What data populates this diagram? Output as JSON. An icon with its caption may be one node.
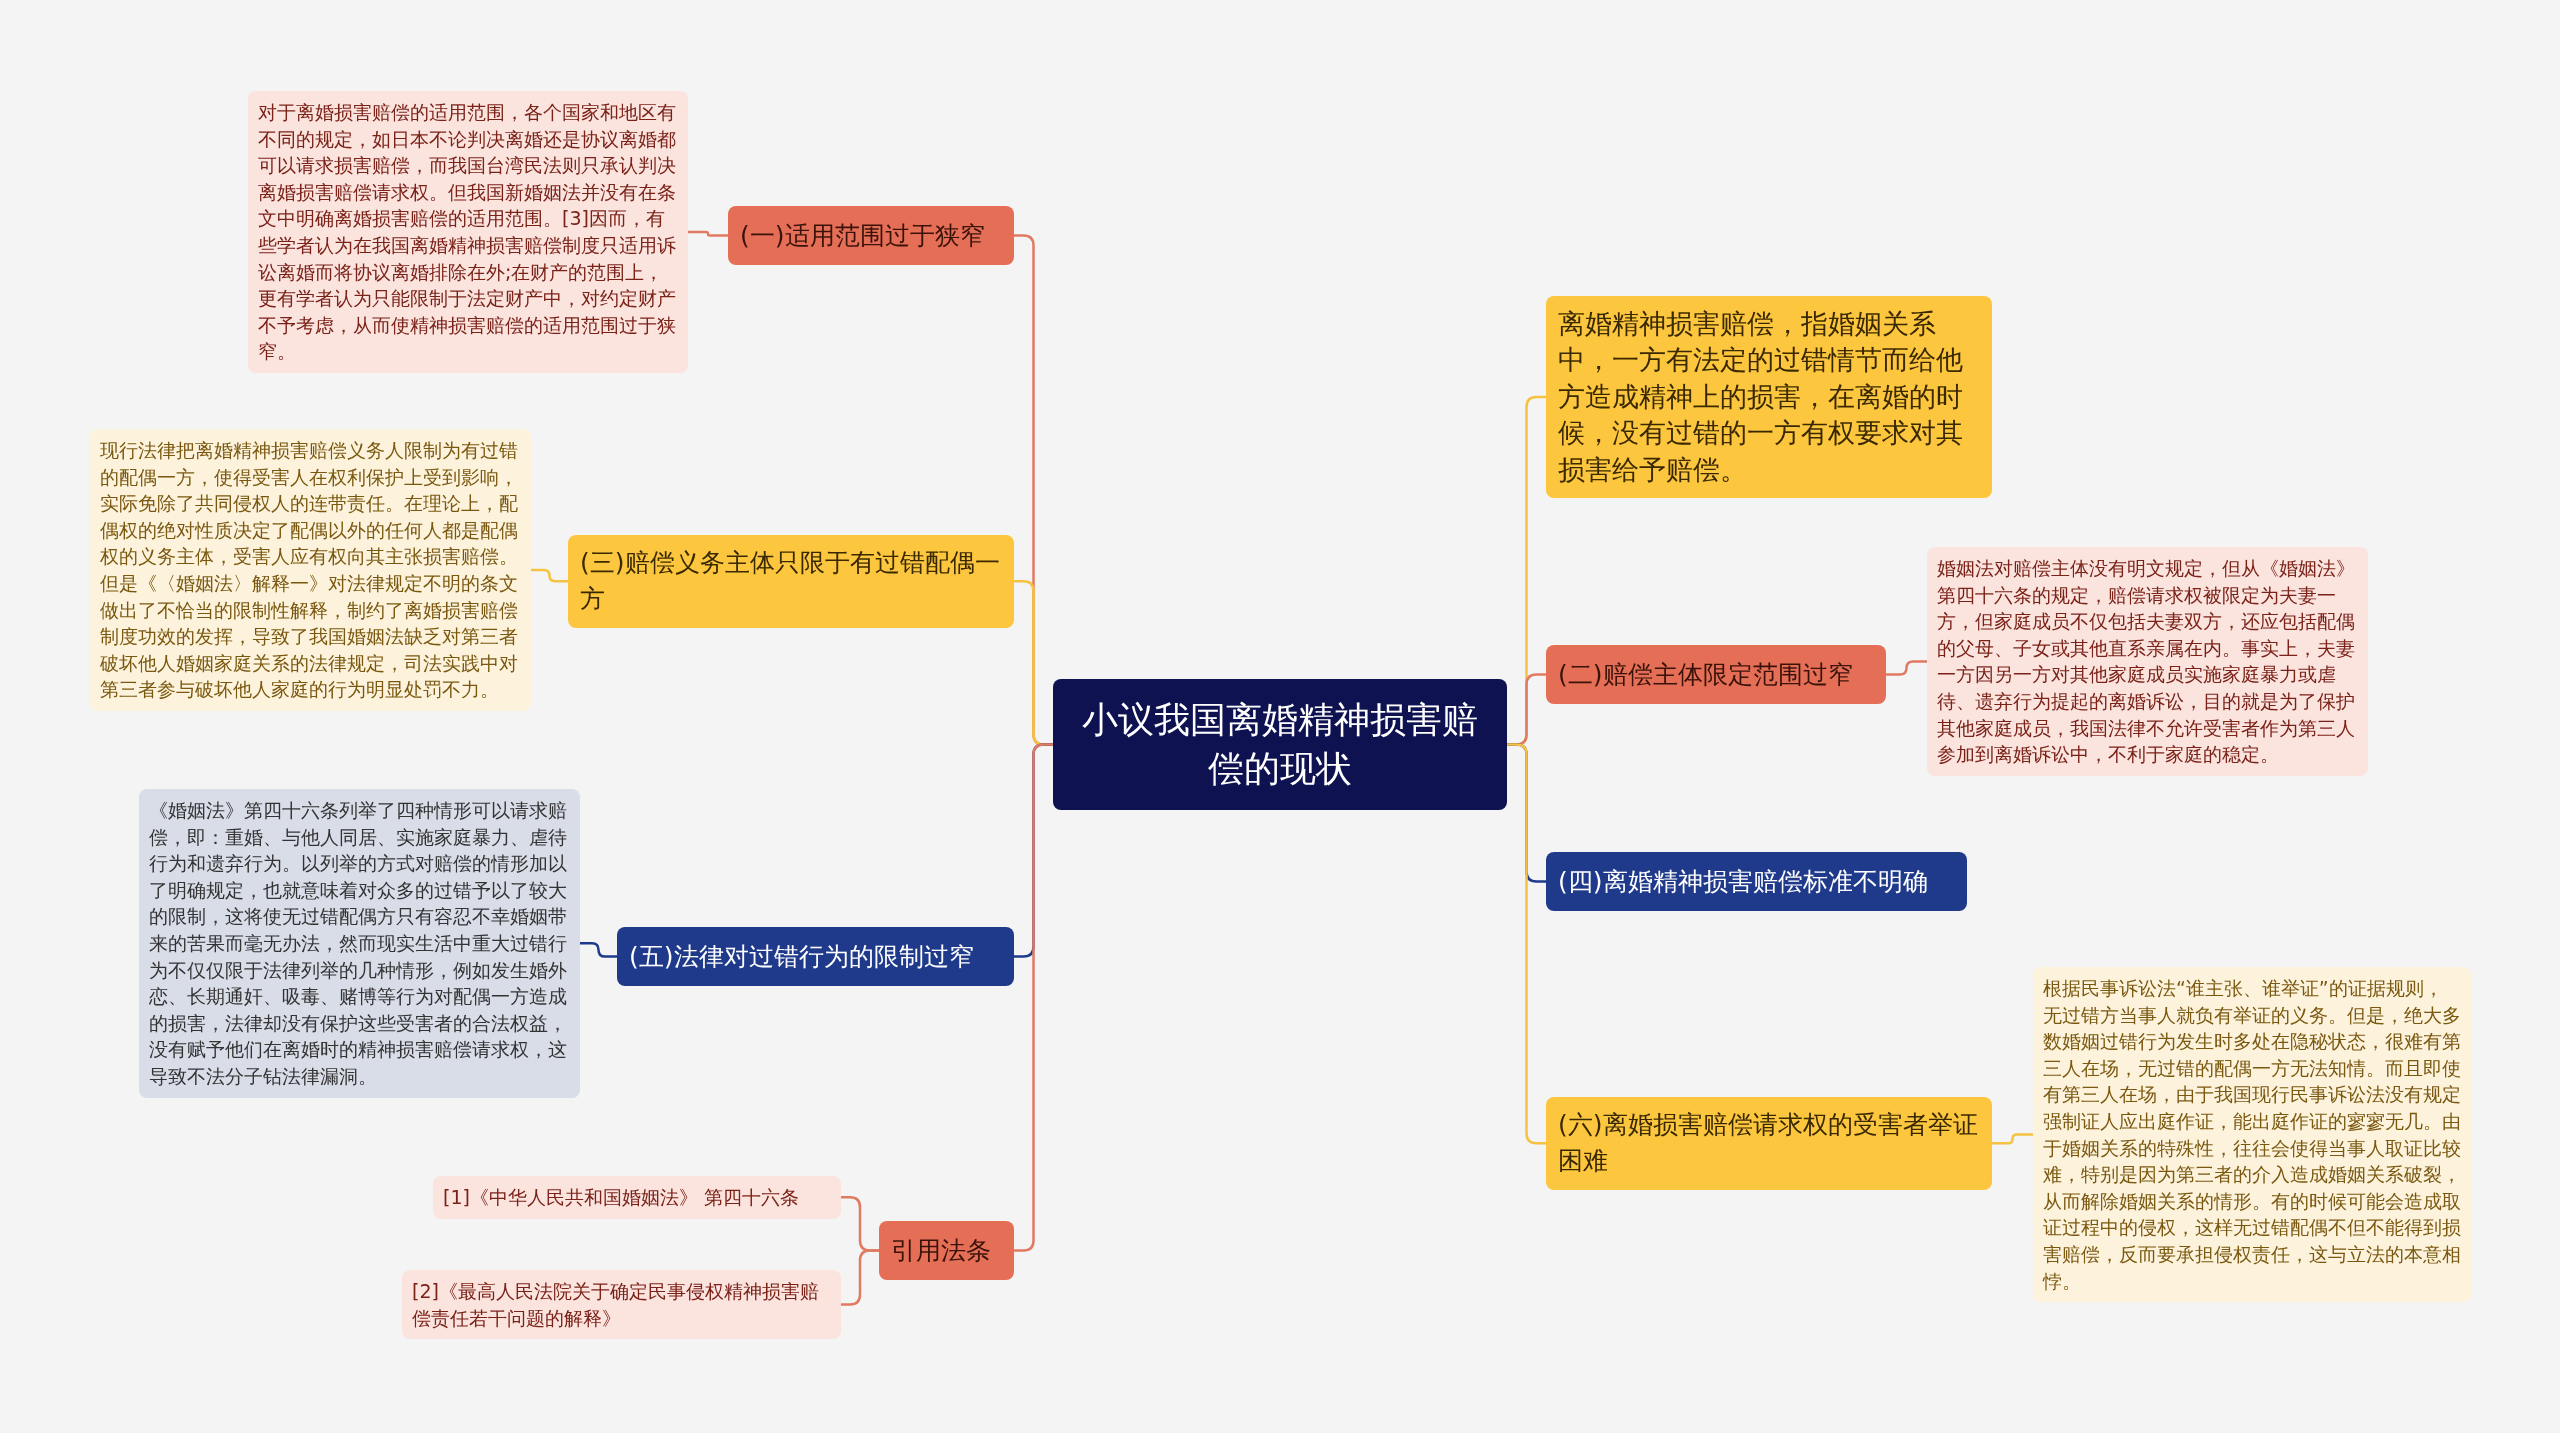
{
  "diagram": {
    "nodes": [
      {
        "text": [
          "小议我国离婚精神损害赔偿的现状"
        ]
      },
      {
        "text": [
          "(一)适用范围过于狭窄"
        ]
      },
      {
        "text": [
          "对于离婚损害赔偿的适用范围，各个国家和地区有不同的规定，如日本不论判决离婚还是协议离婚都可以请求损害赔偿，而我国台湾民法则只承认判决离婚损害赔偿请求权。但我国新婚姻法并没有在条文中明确离婚损害赔偿的适用范围。[3]因而，有些学者认为在我国离婚精神损害赔偿制度只适用诉讼离婚而将协议离婚排除在外;在财产的范围上，更有学者认为只能限制于法定财产中，对约定财产不予考虑，从而使精神损害赔偿的适用范围过于狭窄。"
        ]
      },
      {
        "text": [
          "(三)赔偿义务主体只限于有过错配偶一方"
        ]
      },
      {
        "text": [
          "现行法律把离婚精神损害赔偿义务人限制为有过错的配偶一方，使得受害人在权利保护上受到影响，实际免除了共同侵权人的连带责任。在理论上，配偶权的绝对性质决定了配偶以外的任何人都是配偶权的义务主体，受害人应有权向其主张损害赔偿。但是《〈婚姻法〉解释一》对法律规定不明的条文做出了不恰当的限制性解释，制约了离婚损害赔偿制度功效的发挥，导致了我国婚姻法缺乏对第三者破坏他人婚姻家庭关系的法律规定，司法实践中对第三者参与破坏他人家庭的行为明显处罚不力。"
        ]
      },
      {
        "text": [
          "(五)法律对过错行为的限制过窄"
        ]
      },
      {
        "text": [
          "《婚姻法》第四十六条列举了四种情形可以请求赔偿，即：重婚、与他人同居、实施家庭暴力、虐待行为和遗弃行为。以列举的方式对赔偿的情形加以了明确规定，也就意味着对众多的过错予以了较大的限制，这将使无过错配偶方只有容忍不幸婚姻带来的苦果而毫无办法，然而现实生活中重大过错行为不仅仅限于法律列举的几种情形，例如发生婚外恋、长期通奸、吸毒、赌博等行为对配偶一方造成的损害，法律却没有保护这些受害者的合法权益，没有赋予他们在离婚时的精神损害赔偿请求权，这导致不法分子钻法律漏洞。"
        ]
      },
      {
        "text": [
          "引用法条"
        ]
      },
      {
        "text": [
          "[1]《中华人民共和国婚姻法》 第四十六条"
        ]
      },
      {
        "text": [
          "[2]《最高人民法院关于确定民事侵权精神损害赔偿责任若干问题的解释》"
        ]
      },
      {
        "text": [
          "离婚精神损害赔偿，指婚姻关系中，一方有法定的过错情节而给他方造成精神上的损害，在离婚的时候，没有过错的一方有权要求对其损害给予赔偿。"
        ]
      },
      {
        "text": [
          "(二)赔偿主体限定范围过窄"
        ]
      },
      {
        "text": [
          "婚姻法对赔偿主体没有明文规定，但从《婚姻法》第四十六条的规定，赔偿请求权被限定为夫妻一方，但家庭成员不仅包括夫妻双方，还应包括配偶的父母、子女或其他直系亲属在内。事实上，夫妻一方因另一方对其他家庭成员实施家庭暴力或虐待、遗弃行为提起的离婚诉讼，目的就是为了保护其他家庭成员，我国法律不允许受害者作为第三人参加到离婚诉讼中，不利于家庭的稳定。"
        ]
      },
      {
        "text": [
          "(四)离婚精神损害赔偿标准不明确"
        ]
      },
      {
        "text": [
          "(六)离婚损害赔偿请求权的受害者举证困难"
        ]
      },
      {
        "text": [
          "根据民事诉讼法“谁主张、谁举证”的证据规则，无过错方当事人就负有举证的义务。但是，绝大多数婚姻过错行为发生时多处在隐秘状态，很难有第三人在场，无过错的配偶一方无法知情。而且即使有第三人在场，由于我国现行民事诉讼法没有规定强制证人应出庭作证，能出庭作证的寥寥无几。由于婚姻关系的特殊性，往往会使得当事人取证比较难，特别是因为第三者的介入造成婚姻关系破裂，从而解除婚姻关系的情形。有的时候可能会造成取证过程中的侵权，这样无过错配偶不但不能得到损害赔偿，反而要承担侵权责任，这与立法的本意相悖。"
        ]
      }
    ],
    "edges": [
      {
        "from": 0,
        "to": 1,
        "arrow": "none"
      },
      {
        "from": 1,
        "to": 2,
        "arrow": "none"
      },
      {
        "from": 0,
        "to": 3,
        "arrow": "none",
        "color": "#f5c242"
      },
      {
        "from": 3,
        "to": 4,
        "arrow": "none",
        "color": "#f5c242"
      },
      {
        "from": 0,
        "to": 5,
        "arrow": "none",
        "color": "#1f3a8a"
      },
      {
        "from": 5,
        "to": 6,
        "arrow": "none",
        "color": "#1f3a8a"
      },
      {
        "from": 0,
        "to": 7,
        "arrow": "none"
      },
      {
        "from": 7,
        "to": 8,
        "arrow": "none"
      },
      {
        "from": 7,
        "to": 9,
        "arrow": "none"
      },
      {
        "from": 0,
        "to": 10,
        "arrow": "none",
        "color": "#f5c242"
      },
      {
        "from": 0,
        "to": 11,
        "arrow": "none"
      },
      {
        "from": 11,
        "to": 12,
        "arrow": "none"
      },
      {
        "from": 0,
        "to": 13,
        "arrow": "none",
        "color": "#1f3a8a"
      },
      {
        "from": 0,
        "to": 14,
        "arrow": "none",
        "color": "#f5c242"
      },
      {
        "from": 14,
        "to": 15,
        "arrow": "none",
        "color": "#f5c242"
      }
    ]
  }
}
